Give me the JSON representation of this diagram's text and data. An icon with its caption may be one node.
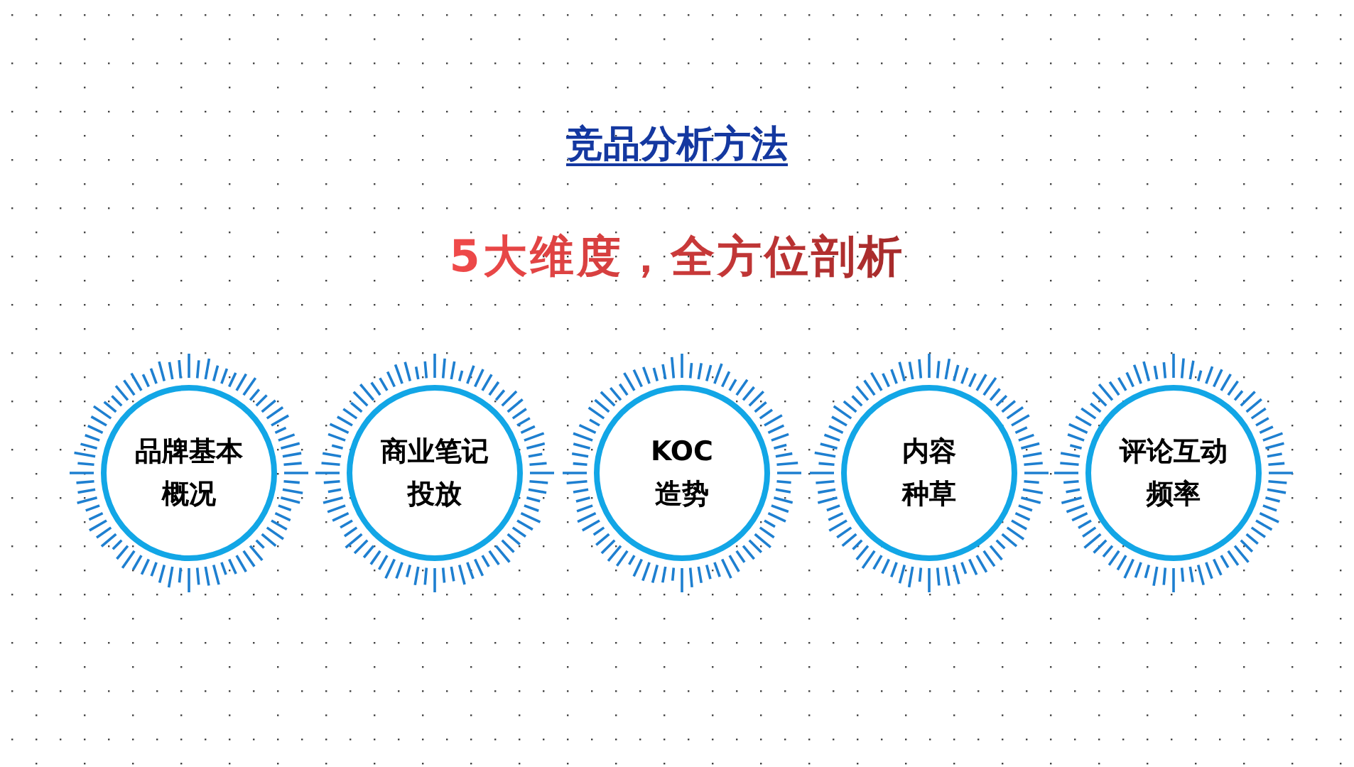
{
  "diagram": {
    "title": "竞品分析方法",
    "nodes": [
      {
        "text": [
          "品牌基本概况"
        ]
      },
      {
        "text": [
          "商业笔记投放"
        ]
      },
      {
        "text": [
          "KOC 造势"
        ]
      },
      {
        "text": [
          "内容种草"
        ]
      },
      {
        "text": [
          "评论互动频率"
        ]
      }
    ],
    "labels": [
      "5大维度，全方位剖析"
    ]
  }
}
